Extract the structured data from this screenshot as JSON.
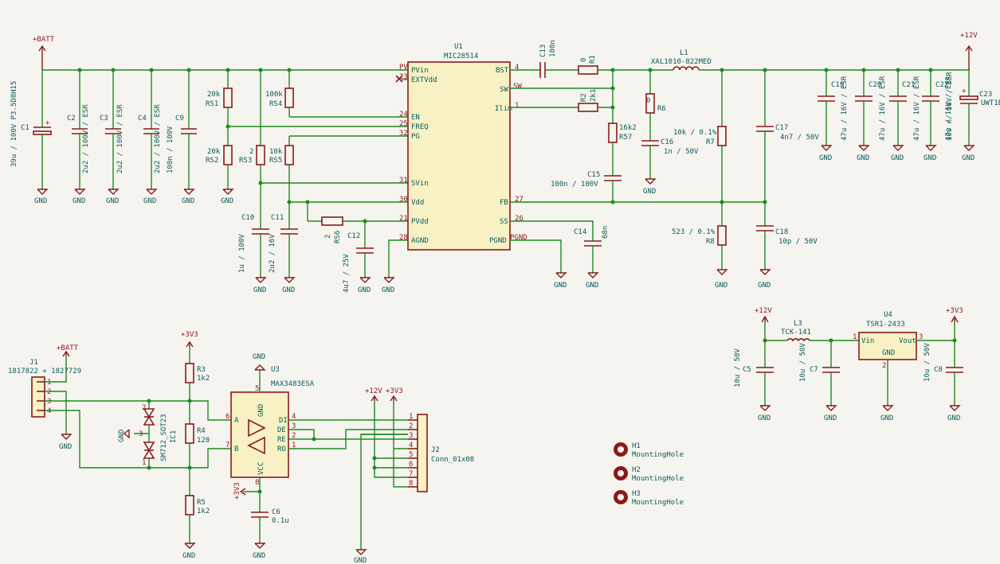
{
  "power": {
    "batt": "+BATT",
    "v12": "+12V",
    "v33": "+3V3",
    "gnd": "GND"
  },
  "u1": {
    "ref": "U1",
    "value": "MIC28514",
    "pins_left": [
      {
        "name": "PVin",
        "num": "PV"
      },
      {
        "name": "EXTVdd",
        "num": "23"
      },
      {
        "name": "EN",
        "num": "24"
      },
      {
        "name": "FREQ",
        "num": "25"
      },
      {
        "name": "PG",
        "num": "32"
      },
      {
        "name": "SVin",
        "num": "31"
      },
      {
        "name": "Vdd",
        "num": "30"
      },
      {
        "name": "PVdd",
        "num": "21"
      },
      {
        "name": "AGND",
        "num": "28"
      }
    ],
    "pins_right": [
      {
        "name": "BST",
        "num": "4"
      },
      {
        "name": "SW",
        "num": "SW"
      },
      {
        "name": "Ilim",
        "num": "1"
      },
      {
        "name": "FB",
        "num": "27"
      },
      {
        "name": "SS",
        "num": "26"
      },
      {
        "name": "PGND",
        "num": "PGND"
      }
    ]
  },
  "components": {
    "C1": {
      "ref": "C1",
      "value": "39u / 100V P3.5D8H15"
    },
    "C2": {
      "ref": "C2",
      "value": "2u2 / 100V / ESR"
    },
    "C3": {
      "ref": "C3",
      "value": "2u2 / 100V / ESR"
    },
    "C4": {
      "ref": "C4",
      "value": "2u2 / 100V / ESR"
    },
    "C9": {
      "ref": "C9",
      "value": "100n / 100V"
    },
    "RS1": {
      "ref": "RS1",
      "value": "20k"
    },
    "RS2": {
      "ref": "RS2",
      "value": "20k"
    },
    "RS4": {
      "ref": "RS4",
      "value": "100k"
    },
    "RS3": {
      "ref": "RS3",
      "value": "2"
    },
    "RS5": {
      "ref": "RS5",
      "value": "10k"
    },
    "RS6": {
      "ref": "RS6",
      "value": "2"
    },
    "C10": {
      "ref": "C10",
      "value": "1u / 100V"
    },
    "C11": {
      "ref": "C11",
      "value": "2u2 / 16V"
    },
    "C12": {
      "ref": "C12",
      "value": "4u7 / 25V"
    },
    "C13": {
      "ref": "C13",
      "value": "100n"
    },
    "R1": {
      "ref": "R1",
      "value": "0"
    },
    "R2": {
      "ref": "R2",
      "value": "2k1"
    },
    "L1": {
      "ref": "L1",
      "value": "XAL1010-822MED"
    },
    "R6": {
      "ref": "R6",
      "value": "0"
    },
    "C16": {
      "ref": "C16",
      "value": "1n / 50V"
    },
    "R57": {
      "ref": "R57",
      "value": "16k2"
    },
    "C15": {
      "ref": "C15",
      "value": "100n / 100V"
    },
    "C14": {
      "ref": "C14",
      "value": "68n"
    },
    "R7": {
      "ref": "R7",
      "value": "10k / 0.1%"
    },
    "R8": {
      "ref": "R8",
      "value": "523 / 0.1%"
    },
    "C17": {
      "ref": "C17",
      "value": "4n7 / 50V"
    },
    "C18": {
      "ref": "C18",
      "value": "10p / 50V"
    },
    "C19": {
      "ref": "C19",
      "value": "47u / 16V / ESR"
    },
    "C20": {
      "ref": "C20",
      "value": "47u / 16V / ESR"
    },
    "C21": {
      "ref": "C21",
      "value": "47u / 16V / ESR"
    },
    "C22": {
      "ref": "C22",
      "value": "47u / 16V / ESR"
    },
    "C23": {
      "ref": "C23",
      "value": "100 n/ 16V / ESR",
      "extra": "UWT1E"
    },
    "J1": {
      "ref": "J1",
      "value": "1817822 + 1827729"
    },
    "R3": {
      "ref": "R3",
      "value": "1k2"
    },
    "R4": {
      "ref": "R4",
      "value": "120"
    },
    "R5": {
      "ref": "R5",
      "value": "1k2"
    },
    "IC1": {
      "ref": "IC1",
      "value": "SM712_SOT23"
    },
    "U3": {
      "ref": "U3",
      "value": "MAX3483ESA"
    },
    "C6": {
      "ref": "C6",
      "value": "0.1u"
    },
    "J2": {
      "ref": "J2",
      "value": "Conn_01x08"
    },
    "H1": {
      "ref": "H1",
      "value": "MountingHole"
    },
    "H2": {
      "ref": "H2",
      "value": "MountingHole"
    },
    "H3": {
      "ref": "H3",
      "value": "MountingHole"
    },
    "U4": {
      "ref": "U4",
      "value": "TSR1-2433"
    },
    "L3": {
      "ref": "L3",
      "value": "TCK-141"
    },
    "C5": {
      "ref": "C5",
      "value": "10u / 50V"
    },
    "C7": {
      "ref": "C7",
      "value": "10u / 50V"
    },
    "C8": {
      "ref": "C8",
      "value": "10u / 50V"
    }
  },
  "u3_pins": {
    "DI": "DI",
    "DE": "DE",
    "RE": "RE",
    "RO": "RO",
    "A": "A",
    "B": "B",
    "GND": "GND",
    "VCC": "VCC"
  },
  "u4_pins": {
    "vin": "Vin",
    "vout": "Vout",
    "gnd": "GND"
  }
}
